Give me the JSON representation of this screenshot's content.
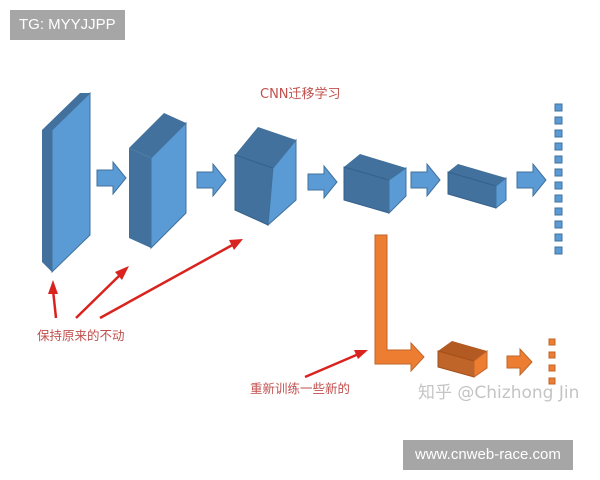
{
  "badges": {
    "top_left": "TG: MYYJJPP",
    "bottom_right": "www.cnweb-race.com"
  },
  "diagram": {
    "title": "CNN迁移学习",
    "label_frozen": "保持原来的不动",
    "label_retrain": "重新训练一些新的",
    "watermark": "知乎 @Chizhong Jin",
    "colors": {
      "blue_front": "#5b9bd5",
      "blue_side": "#41719c",
      "blue_output": "#4f81bd",
      "orange": "#ed7d31",
      "orange_dark": "#c0652a",
      "red_arrow": "#d9231f",
      "title_red": "#c0504d"
    },
    "pretrained_layers": 5,
    "output_nodes": 12,
    "new_output_nodes": 4
  }
}
